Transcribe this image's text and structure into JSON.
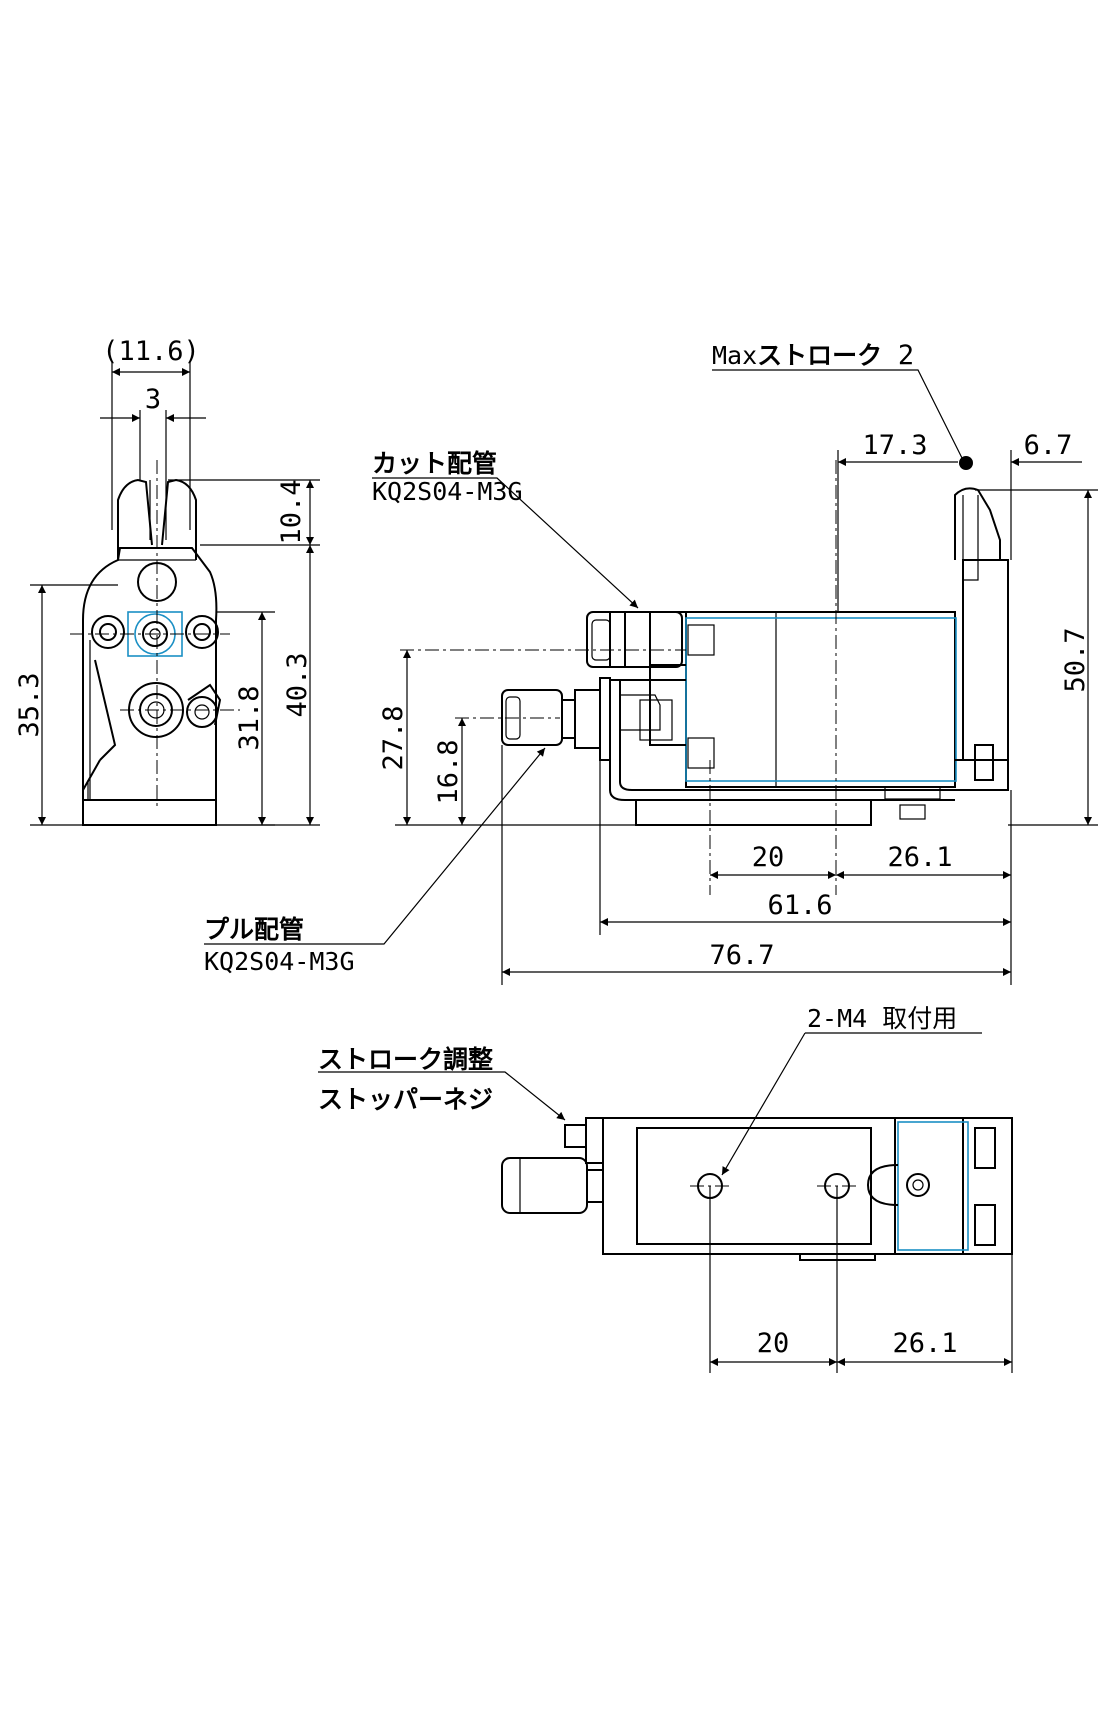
{
  "labels": {
    "cut_piping": "カット配管",
    "cut_part": "KQ2S04-M3G",
    "pull_piping": "プル配管",
    "pull_part": "KQ2S04-M3G",
    "max_stroke_prefix": "Max",
    "max_stroke_suffix": "ストローク",
    "max_stroke_value": "2",
    "mount_holes": "2-M4 取付用",
    "stopper_line1": "ストローク調整",
    "stopper_line2": "ストッパーネジ"
  },
  "dimensions": {
    "front_width_ref": "(11.6)",
    "front_gap": "3",
    "front_jaw_height": "10.4",
    "front_left_height": "35.3",
    "front_center_height": "31.8",
    "front_right_height": "40.3",
    "side_top_left": "17.3",
    "side_top_right": "6.7",
    "side_overall_height": "50.7",
    "side_port_upper": "27.8",
    "side_port_lower": "16.8",
    "side_pitch": "20",
    "side_offset": "26.1",
    "side_body_length": "61.6",
    "side_overall_length": "76.7",
    "bottom_pitch": "20",
    "bottom_offset": "26.1"
  }
}
